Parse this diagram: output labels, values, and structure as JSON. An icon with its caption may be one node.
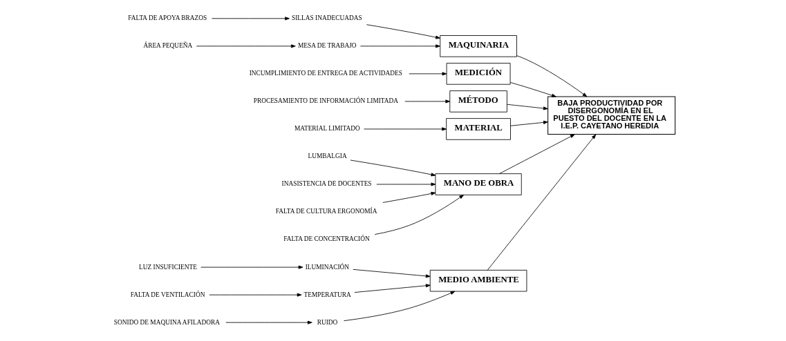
{
  "diagram": {
    "nodes": [
      {
        "text": [
          "MEDIO AMBIENTE"
        ]
      },
      {
        "text": [
          "MAQUINARIA"
        ]
      },
      {
        "text": [
          "MEDICIÓN"
        ]
      },
      {
        "text": [
          "BAJA PRODUCTIVIDAD POR DISERGONOMÍA EN EL PUESTO DEL DOCENTE EN LA I.E.P. CAYETANO HEREDIA"
        ]
      },
      {
        "text": [
          "ILUMINACIÓN"
        ]
      },
      {
        "text": [
          "LUZ INSUFICIENTE"
        ]
      },
      {
        "text": [
          "FALTA DE VENTILACIÓN"
        ]
      },
      {
        "text": [
          "TEMPERATURA"
        ]
      },
      {
        "text": [
          "RUIDO"
        ]
      },
      {
        "text": [
          "SONIDO DE MAQUINA AFILADORA"
        ]
      },
      {
        "text": [
          "SILLAS INADECUADAS"
        ]
      },
      {
        "text": [
          "FALTA DE APOYA BRAZOS"
        ]
      },
      {
        "text": [
          "MESA DE TRABAJO"
        ]
      },
      {
        "text": [
          "ÁREA PEQUEÑA"
        ]
      },
      {
        "text": [
          "INCUMPLIMIENTO DE ENTREGA DE ACTIVIDADES"
        ]
      },
      {
        "text": [
          "PROCESAMIENTO DE INFORMACIÓN LIMITADA"
        ]
      },
      {
        "text": [
          "MATERIAL LIMITADO"
        ]
      },
      {
        "text": [
          "LUMBALGIA"
        ]
      },
      {
        "text": [
          "INASISTENCIA DE DOCENTES"
        ]
      },
      {
        "text": [
          "FALTA DE CULTURA ERGONOMÍA"
        ]
      },
      {
        "text": [
          "FALTA DE CONCENTRACIÓN"
        ]
      },
      {
        "text": [
          "MÉTODO"
        ]
      },
      {
        "text": [
          "MATERIAL"
        ]
      },
      {
        "text": [
          "MANO DE OBRA"
        ]
      }
    ],
    "edges": [
      {
        "from": 0,
        "to": 3,
        "arrow": "to"
      },
      {
        "from": 1,
        "to": 3,
        "arrow": "to"
      },
      {
        "from": 2,
        "to": 3,
        "arrow": "to"
      },
      {
        "from": 21,
        "to": 3,
        "arrow": "to"
      },
      {
        "from": 22,
        "to": 3,
        "arrow": "to"
      },
      {
        "from": 23,
        "to": 3,
        "arrow": "to"
      },
      {
        "from": 4,
        "to": 0,
        "arrow": "to"
      },
      {
        "from": 5,
        "to": 4,
        "arrow": "to"
      },
      {
        "from": 7,
        "to": 0,
        "arrow": "to"
      },
      {
        "from": 6,
        "to": 7,
        "arrow": "to"
      },
      {
        "from": 8,
        "to": 0,
        "arrow": "to"
      },
      {
        "from": 9,
        "to": 8,
        "arrow": "to"
      },
      {
        "from": 10,
        "to": 1,
        "arrow": "to"
      },
      {
        "from": 11,
        "to": 10,
        "arrow": "to"
      },
      {
        "from": 12,
        "to": 1,
        "arrow": "to"
      },
      {
        "from": 13,
        "to": 12,
        "arrow": "to"
      },
      {
        "from": 14,
        "to": 2,
        "arrow": "to"
      },
      {
        "from": 15,
        "to": 21,
        "arrow": "to"
      },
      {
        "from": 16,
        "to": 22,
        "arrow": "to"
      },
      {
        "from": 17,
        "to": 23,
        "arrow": "to"
      },
      {
        "from": 19,
        "to": 23,
        "arrow": "to"
      },
      {
        "from": 18,
        "to": 23,
        "arrow": "to"
      },
      {
        "from": 20,
        "to": 23,
        "arrow": "to"
      }
    ]
  }
}
